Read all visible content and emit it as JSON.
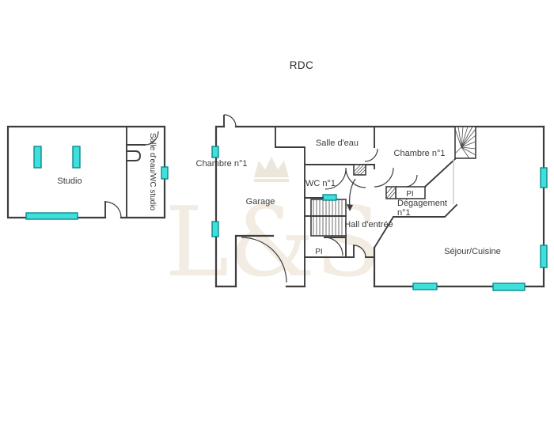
{
  "title": "RDC",
  "watermark": {
    "monogram": "L&S"
  },
  "colors": {
    "wall": "#3d3d3d",
    "window_fill": "#3fdfdc",
    "window_stroke": "#0a8a8c",
    "watermark": "#e6dac7",
    "label_text": "#3a3a3a",
    "light_divider": "#c9c9c9"
  },
  "left_building": {
    "studio_label": "Studio",
    "bathroom_label": "Salle d'eau/WC studio"
  },
  "right_building": {
    "chambre_left_label": "Chambre n°1",
    "garage_label": "Garage",
    "salle_deau_label": "Salle d'eau",
    "wc_label": "WC n°1",
    "chambre_right_label": "Chambre n°1",
    "pi_stairs_label": "PI",
    "pi_degagement_label": "PI",
    "degagement_label": "Dégagement",
    "degagement_number": "n°1",
    "hall_label": "Hall d'entrée",
    "sejour_label": "Séjour/Cuisine"
  }
}
